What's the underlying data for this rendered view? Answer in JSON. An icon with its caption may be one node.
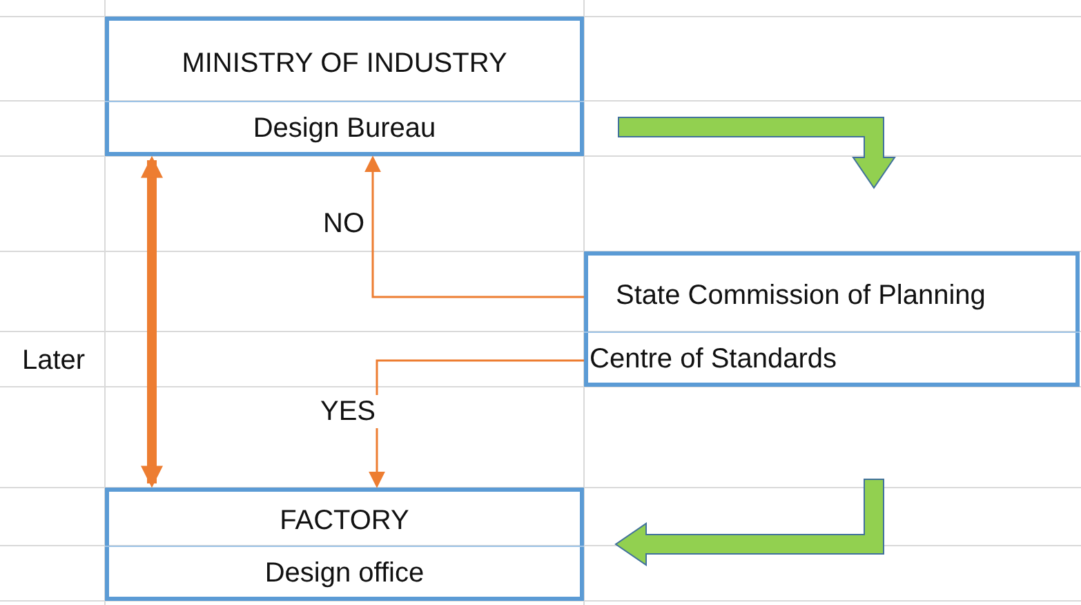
{
  "diagram": {
    "nodes": [
      {
        "text": [
          "MINISTRY OF INDUSTRY"
        ]
      },
      {
        "text": [
          "Design Bureau"
        ],
        "in": 0
      },
      {
        "text": [
          "State Commission of Planning"
        ]
      },
      {
        "text": [
          "Centre of Standards"
        ],
        "in": 2
      },
      {
        "text": [
          "FACTORY"
        ]
      },
      {
        "text": [
          "Design office"
        ],
        "in": 4
      }
    ],
    "edges": [
      {
        "from": 0,
        "to": 2,
        "arrow": "to",
        "color": "#92d050"
      },
      {
        "from": 2,
        "to": 1,
        "arrow": "to",
        "label": "NO"
      },
      {
        "from": 3,
        "to": 4,
        "arrow": "to",
        "label": "YES"
      },
      {
        "from": 0,
        "to": 4,
        "arrow": "both",
        "style": "thick",
        "label": "Later"
      },
      {
        "from": 2,
        "to": 4,
        "arrow": "to",
        "color": "#92d050"
      }
    ]
  }
}
